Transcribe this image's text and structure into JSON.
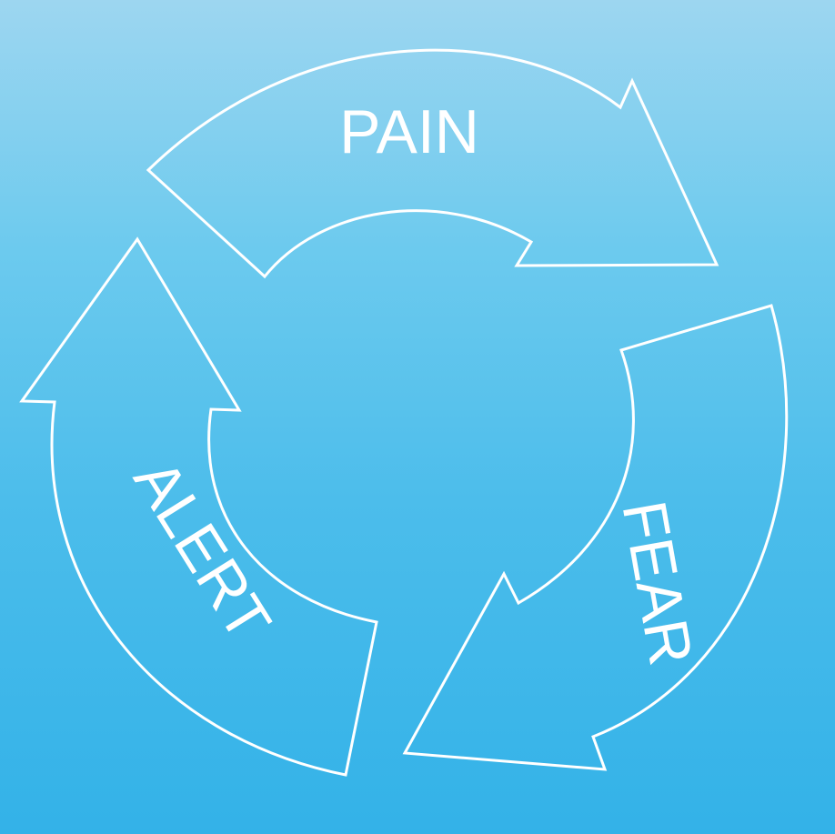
{
  "diagram": {
    "type": "cycle",
    "background": {
      "top_color": "#9dd6f0",
      "bottom_color": "#33b2e8"
    },
    "stroke_color": "#ffffff",
    "steps": [
      {
        "label": "PAIN"
      },
      {
        "label": "FEAR"
      },
      {
        "label": "ALERT"
      }
    ]
  }
}
